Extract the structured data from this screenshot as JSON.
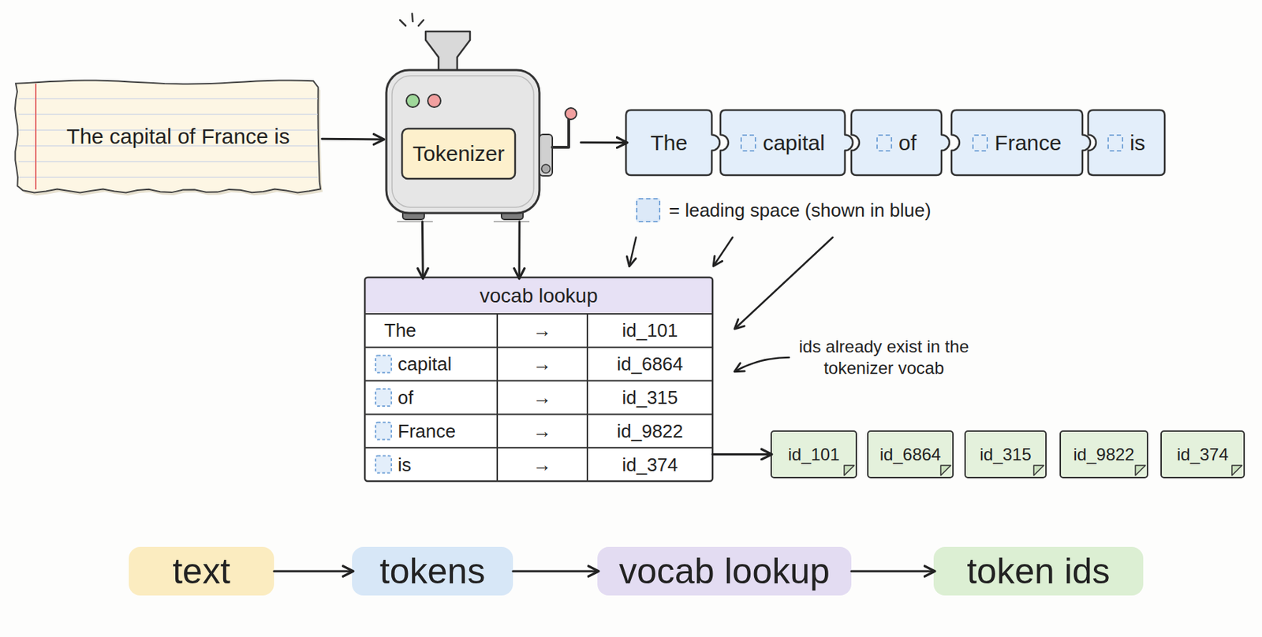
{
  "diagram": {
    "nodes": [
      {
        "text": [
          "The capital of France is"
        ]
      },
      {
        "text": [
          "Tokenizer"
        ]
      },
      {
        "text": [
          "The"
        ]
      },
      {
        "text": [
          "capital"
        ]
      },
      {
        "text": [
          "of"
        ]
      },
      {
        "text": [
          "France"
        ]
      },
      {
        "text": [
          "is"
        ]
      },
      {
        "text": [
          "vocab lookup"
        ]
      },
      {
        "text": [
          "id_101"
        ]
      },
      {
        "text": [
          "id_6864"
        ]
      },
      {
        "text": [
          "id_315"
        ]
      },
      {
        "text": [
          "id_9822"
        ]
      },
      {
        "text": [
          "id_374"
        ]
      },
      {
        "text": [
          "text"
        ]
      },
      {
        "text": [
          "tokens"
        ]
      },
      {
        "text": [
          "vocab lookup"
        ]
      },
      {
        "text": [
          "token ids"
        ]
      }
    ],
    "edges": [
      {
        "from": 0,
        "to": 1,
        "arrow": "to"
      },
      {
        "from": 1,
        "to": 2,
        "arrow": "to"
      },
      {
        "from": 1,
        "to": 7,
        "arrow": "to"
      },
      {
        "from": 1,
        "to": 7,
        "arrow": "to"
      },
      {
        "from": 7,
        "to": 8,
        "arrow": "to"
      },
      {
        "from": 13,
        "to": 14,
        "arrow": "to"
      },
      {
        "from": 14,
        "to": 15,
        "arrow": "to"
      },
      {
        "from": 15,
        "to": 16,
        "arrow": "to"
      }
    ],
    "labels": [
      "The",
      "→",
      "id_101",
      "capital",
      "→",
      "id_6864",
      "of",
      "→",
      "id_315",
      "France",
      "→",
      "id_9822",
      "is",
      "→",
      "id_374",
      "ids already exist in the tokenizer vocab"
    ],
    "legend": [
      {
        "text": "= leading space (shown in blue)",
        "color": "#dce9f8"
      }
    ]
  }
}
